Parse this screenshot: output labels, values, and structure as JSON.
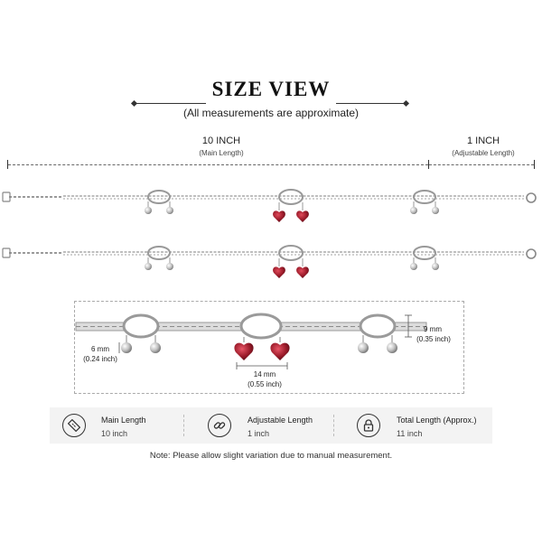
{
  "header": {
    "title": "SIZE VIEW",
    "subtitle": "(All measurements are approximate)"
  },
  "dimensions": {
    "main": {
      "label": "10 INCH",
      "sub": "(Main Length)"
    },
    "adjustable": {
      "label": "1 INCH",
      "sub": "(Adjustable Length)"
    }
  },
  "detail": {
    "bell_size": {
      "mm": "6 mm",
      "inch": "(0.24 inch)"
    },
    "ring_height": {
      "mm": "9 mm",
      "inch": "(0.35 inch)"
    },
    "heart_width": {
      "mm": "14 mm",
      "inch": "(0.55 inch)"
    }
  },
  "info_bar": [
    {
      "icon": "ruler-icon",
      "label": "Main Length",
      "value": "10 inch"
    },
    {
      "icon": "chain-link-icon",
      "label": "Adjustable Length",
      "value": "1 inch"
    },
    {
      "icon": "lock-icon",
      "label": "Total Length (Approx.)",
      "value": "11 inch"
    }
  ],
  "note": "Note: Please allow slight variation due to manual measurement.",
  "colors": {
    "gem": "#9b1b2a",
    "metal": "#b8b8b8",
    "text": "#222222"
  }
}
